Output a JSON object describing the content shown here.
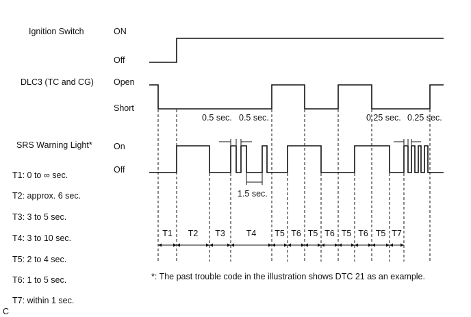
{
  "signals": {
    "ignition": {
      "name": "Ignition Switch",
      "high": "ON",
      "low": "Off"
    },
    "dlc3": {
      "name": "DLC3 (TC and CG)",
      "high": "Open",
      "low": "Short"
    },
    "srs": {
      "name": "SRS Warning Light*",
      "high": "On",
      "low": "Off"
    }
  },
  "annotations": {
    "half_sec_a": "0.5 sec.",
    "half_sec_b": "0.5 sec.",
    "quarter_sec_a": "0.25 sec.",
    "quarter_sec_b": "0.25 sec.",
    "one_half_sec": "1.5 sec."
  },
  "durations": [
    "T1: 0 to ∞ sec.",
    "T2: approx. 6 sec.",
    "T3: 3 to 5 sec.",
    "T4: 3 to 10 sec.",
    "T5: 2 to 4 sec.",
    "T6: 1 to 5 sec.",
    "T7: within 1 sec."
  ],
  "interval_labels": [
    "T1",
    "T2",
    "T3",
    "T4",
    "T5",
    "T6",
    "T5",
    "T6",
    "T5",
    "T6",
    "T5",
    "T7"
  ],
  "note": "*: The past trouble code in the illustration shows DTC 21 as an example.",
  "figure_letter": "C"
}
